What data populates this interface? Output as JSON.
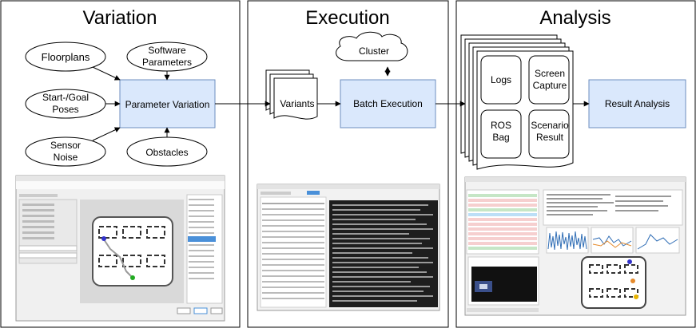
{
  "panels": {
    "variation": {
      "title": "Variation",
      "inputs": {
        "floorplans": "Floorplans",
        "software_1": "Software",
        "software_2": "Parameters",
        "poses_1": "Start-/Goal",
        "poses_2": "Poses",
        "sensor_1": "Sensor",
        "sensor_2": "Noise",
        "obstacles": "Obstacles"
      },
      "center": "Parameter Variation"
    },
    "execution": {
      "title": "Execution",
      "cluster": "Cluster",
      "variants": "Variants",
      "batch": "Batch Execution"
    },
    "analysis": {
      "title": "Analysis",
      "logs": "Logs",
      "screen_1": "Screen",
      "screen_2": "Capture",
      "ros_1": "ROS",
      "ros_2": "Bag",
      "scenario_1": "Scenario",
      "scenario_2": "Result",
      "result": "Result Analysis"
    }
  },
  "colors": {
    "box_fill": "#dae8fc",
    "box_stroke": "#6c8ebf",
    "line": "#000000",
    "terminal_bg": "#1e1e1e",
    "plot_blue": "#2f6db5",
    "plot_orange": "#e58a2c"
  },
  "icons": [
    "arrow-icon",
    "cloud-icon",
    "document-stack-icon"
  ]
}
